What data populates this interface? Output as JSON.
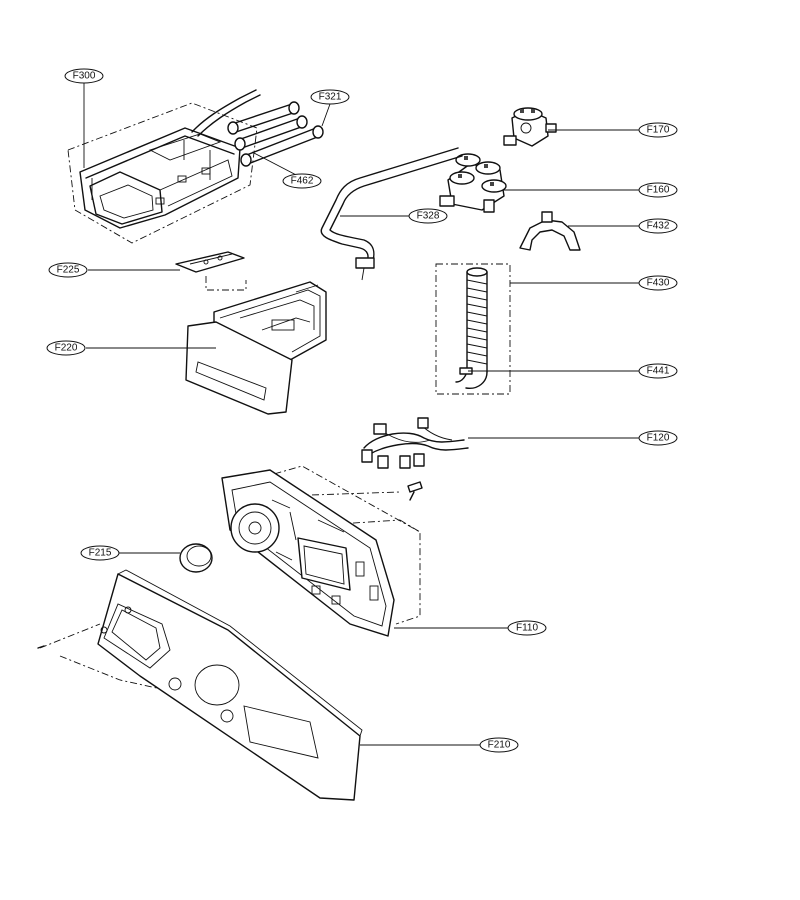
{
  "diagram": {
    "labels": [
      {
        "id": "F300",
        "text": "F300"
      },
      {
        "id": "F321",
        "text": "F321"
      },
      {
        "id": "F462",
        "text": "F462"
      },
      {
        "id": "F170",
        "text": "F170"
      },
      {
        "id": "F160",
        "text": "F160"
      },
      {
        "id": "F328",
        "text": "F328"
      },
      {
        "id": "F432",
        "text": "F432"
      },
      {
        "id": "F225",
        "text": "F225"
      },
      {
        "id": "F430",
        "text": "F430"
      },
      {
        "id": "F220",
        "text": "F220"
      },
      {
        "id": "F441",
        "text": "F441"
      },
      {
        "id": "F120",
        "text": "F120"
      },
      {
        "id": "F215",
        "text": "F215"
      },
      {
        "id": "F110",
        "text": "F110"
      },
      {
        "id": "F210",
        "text": "F210"
      }
    ]
  }
}
